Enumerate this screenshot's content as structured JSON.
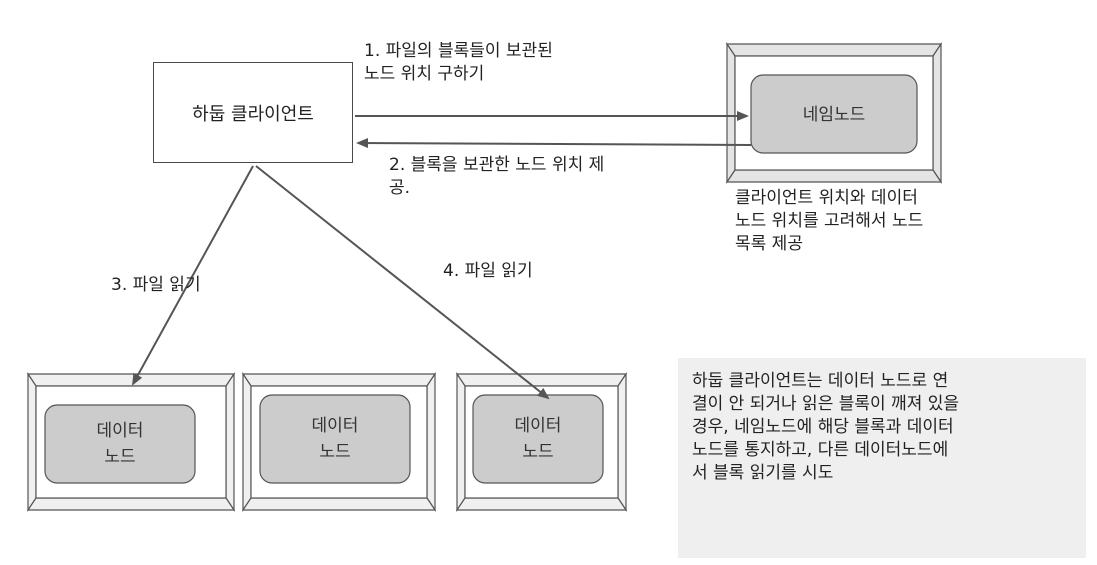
{
  "client": {
    "label": "하둡 클라이언트"
  },
  "namenode": {
    "label": "네임노드"
  },
  "datanodes": [
    {
      "line1": "데이터",
      "line2": "노드"
    },
    {
      "line1": "데이터",
      "line2": "노드"
    },
    {
      "line1": "데이터",
      "line2": "노드"
    }
  ],
  "steps": {
    "step1": "1. 파일의 블록들이 보관된\n노드 위치 구하기",
    "step2": "2. 블록을 보관한 노드 위치 제\n공.",
    "step3": "3. 파일 읽기",
    "step4": "4. 파일 읽기"
  },
  "namenode_note": "클라이언트 위치와 데이터\n노드 위치를 고려해서 노드\n목록 제공",
  "failure_note": "하둡 클라이언트는 데이터 노드로 연\n결이 안 되거나 읽은 블록이 깨져 있을\n경우, 네임노드에 해당 블록과 데이터\n노드를 통지하고, 다른 데이터노드에\n서 블록 읽기를 시도",
  "colors": {
    "node_fill": "#cccccc",
    "frame_fill": "#f3f3f3",
    "stroke": "#555555"
  }
}
